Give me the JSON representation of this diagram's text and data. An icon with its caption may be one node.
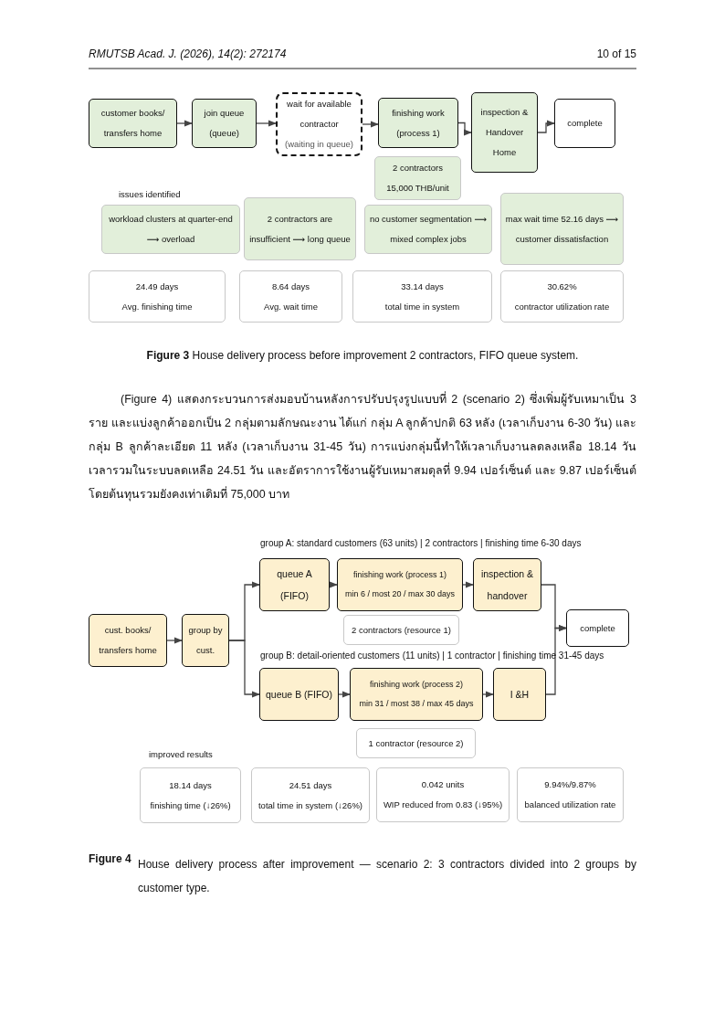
{
  "diagram": {
    "nodes": [
      {
        "text": [
          "customer books/ transfers home"
        ]
      },
      {
        "text": [
          "join queue (queue)"
        ]
      },
      {
        "text": [
          "wait for available contractor",
          "(waiting in queue)"
        ]
      },
      {
        "text": [
          "finishing work (process 1)"
        ]
      },
      {
        "text": [
          "inspection & Handover Home"
        ]
      },
      {
        "text": [
          "complete"
        ]
      },
      {
        "text": [
          "2 contractors",
          "15,000 THB/unit"
        ]
      },
      {
        "text": [
          "workload clusters at quarter-end ⟶ overload"
        ]
      },
      {
        "text": [
          "2 contractors are insufficient ⟶ long queue"
        ]
      },
      {
        "text": [
          "no customer segmentation ⟶ mixed complex jobs"
        ]
      },
      {
        "text": [
          "max wait time 52.16 days ⟶ customer dissatisfaction"
        ]
      },
      {
        "text": [
          "24.49 days",
          "Avg. finishing time"
        ]
      },
      {
        "text": [
          "8.64 days",
          "Avg. wait time"
        ]
      },
      {
        "text": [
          "33.14 days",
          "total time in system"
        ]
      },
      {
        "text": [
          "30.62%",
          "contractor utilization rate"
        ]
      },
      {
        "text": [
          "cust. books/ transfers home"
        ]
      },
      {
        "text": [
          "group by cust."
        ]
      },
      {
        "text": [
          "queue A (FIFO)"
        ]
      },
      {
        "text": [
          "finishing work (process 1)",
          "min 6 / most 20 / max 30 days"
        ]
      },
      {
        "text": [
          "inspection & handover"
        ]
      },
      {
        "text": [
          "2 contractors (resource 1)"
        ]
      },
      {
        "text": [
          "complete"
        ]
      },
      {
        "text": [
          "queue B (FIFO)"
        ]
      },
      {
        "text": [
          "finishing work (process 2)",
          "min 31 / most 38 / max 45 days"
        ]
      },
      {
        "text": [
          "I &H"
        ]
      },
      {
        "text": [
          "1 contractor (resource 2)"
        ]
      },
      {
        "text": [
          "18.14 days",
          "finishing time (↓26%)"
        ]
      },
      {
        "text": [
          "24.51 days",
          "total time in system (↓26%)"
        ]
      },
      {
        "text": [
          "0.042 units",
          "WIP reduced from 0.83 (↓95%)"
        ]
      },
      {
        "text": [
          "9.94%/9.87%",
          "balanced utilization rate"
        ]
      }
    ],
    "edges": [
      {
        "from": 0,
        "to": 1,
        "arrow": "to"
      },
      {
        "from": 1,
        "to": 2,
        "arrow": "to"
      },
      {
        "from": 2,
        "to": 3,
        "arrow": "to"
      },
      {
        "from": 3,
        "to": 4,
        "arrow": "to"
      },
      {
        "from": 4,
        "to": 5,
        "arrow": "to"
      },
      {
        "from": 15,
        "to": 16,
        "arrow": "to"
      },
      {
        "from": 16,
        "to": 17,
        "arrow": "to"
      },
      {
        "from": 16,
        "to": 22,
        "arrow": "to"
      },
      {
        "from": 17,
        "to": 18,
        "arrow": "to"
      },
      {
        "from": 18,
        "to": 19,
        "arrow": "to"
      },
      {
        "from": 19,
        "to": 21,
        "arrow": "to"
      },
      {
        "from": 22,
        "to": 23,
        "arrow": "to"
      },
      {
        "from": 23,
        "to": 24,
        "arrow": "to"
      },
      {
        "from": 24,
        "to": 21,
        "arrow": "to"
      }
    ],
    "labels": [
      "RMUTSB Acad. J. (2026), 14(2): 272174",
      "10 of 15",
      "issues identified",
      "**Figure 3** House delivery process before improvement 2 contractors, FIFO queue system.",
      "(Figure 4) แสดงกระบวนการส่งมอบบ้านหลังการปรับปรุงรูปแบบที่ 2 (scenario 2) ซึ่งเพิ่มผู้รับเหมาเป็น 3 ราย และแบ่งลูกค้าออกเป็น 2 กลุ่มตามลักษณะงาน ได้แก่ กลุ่ม A ลูกค้าปกติ 63 หลัง (เวลาเก็บงาน 6-30 วัน) และกลุ่ม B ลูกค้าละเอียด 11 หลัง (เวลาเก็บงาน 31-45 วัน) การแบ่งกลุ่มนี้ทำให้เวลาเก็บงานลดลงเหลือ 18.14 วัน เวลารวมในระบบลดเหลือ 24.51 วัน และอัตราการใช้งานผู้รับเหมาสมดุลที่ 9.94 เปอร์เซ็นต์ และ 9.87 เปอร์เซ็นต์ โดยต้นทุนรวมยังคงเท่าเดิมที่ 75,000 บาท",
      "group A: standard customers (63 units) | 2 contractors | finishing time 6-30 days",
      "group B: detail-oriented customers (11 units) | 1 contractor | finishing time 31-45 days",
      "improved results",
      "Figure 4",
      "House delivery process after improvement — scenario 2: 3 contractors divided into 2 groups by customer type."
    ]
  }
}
